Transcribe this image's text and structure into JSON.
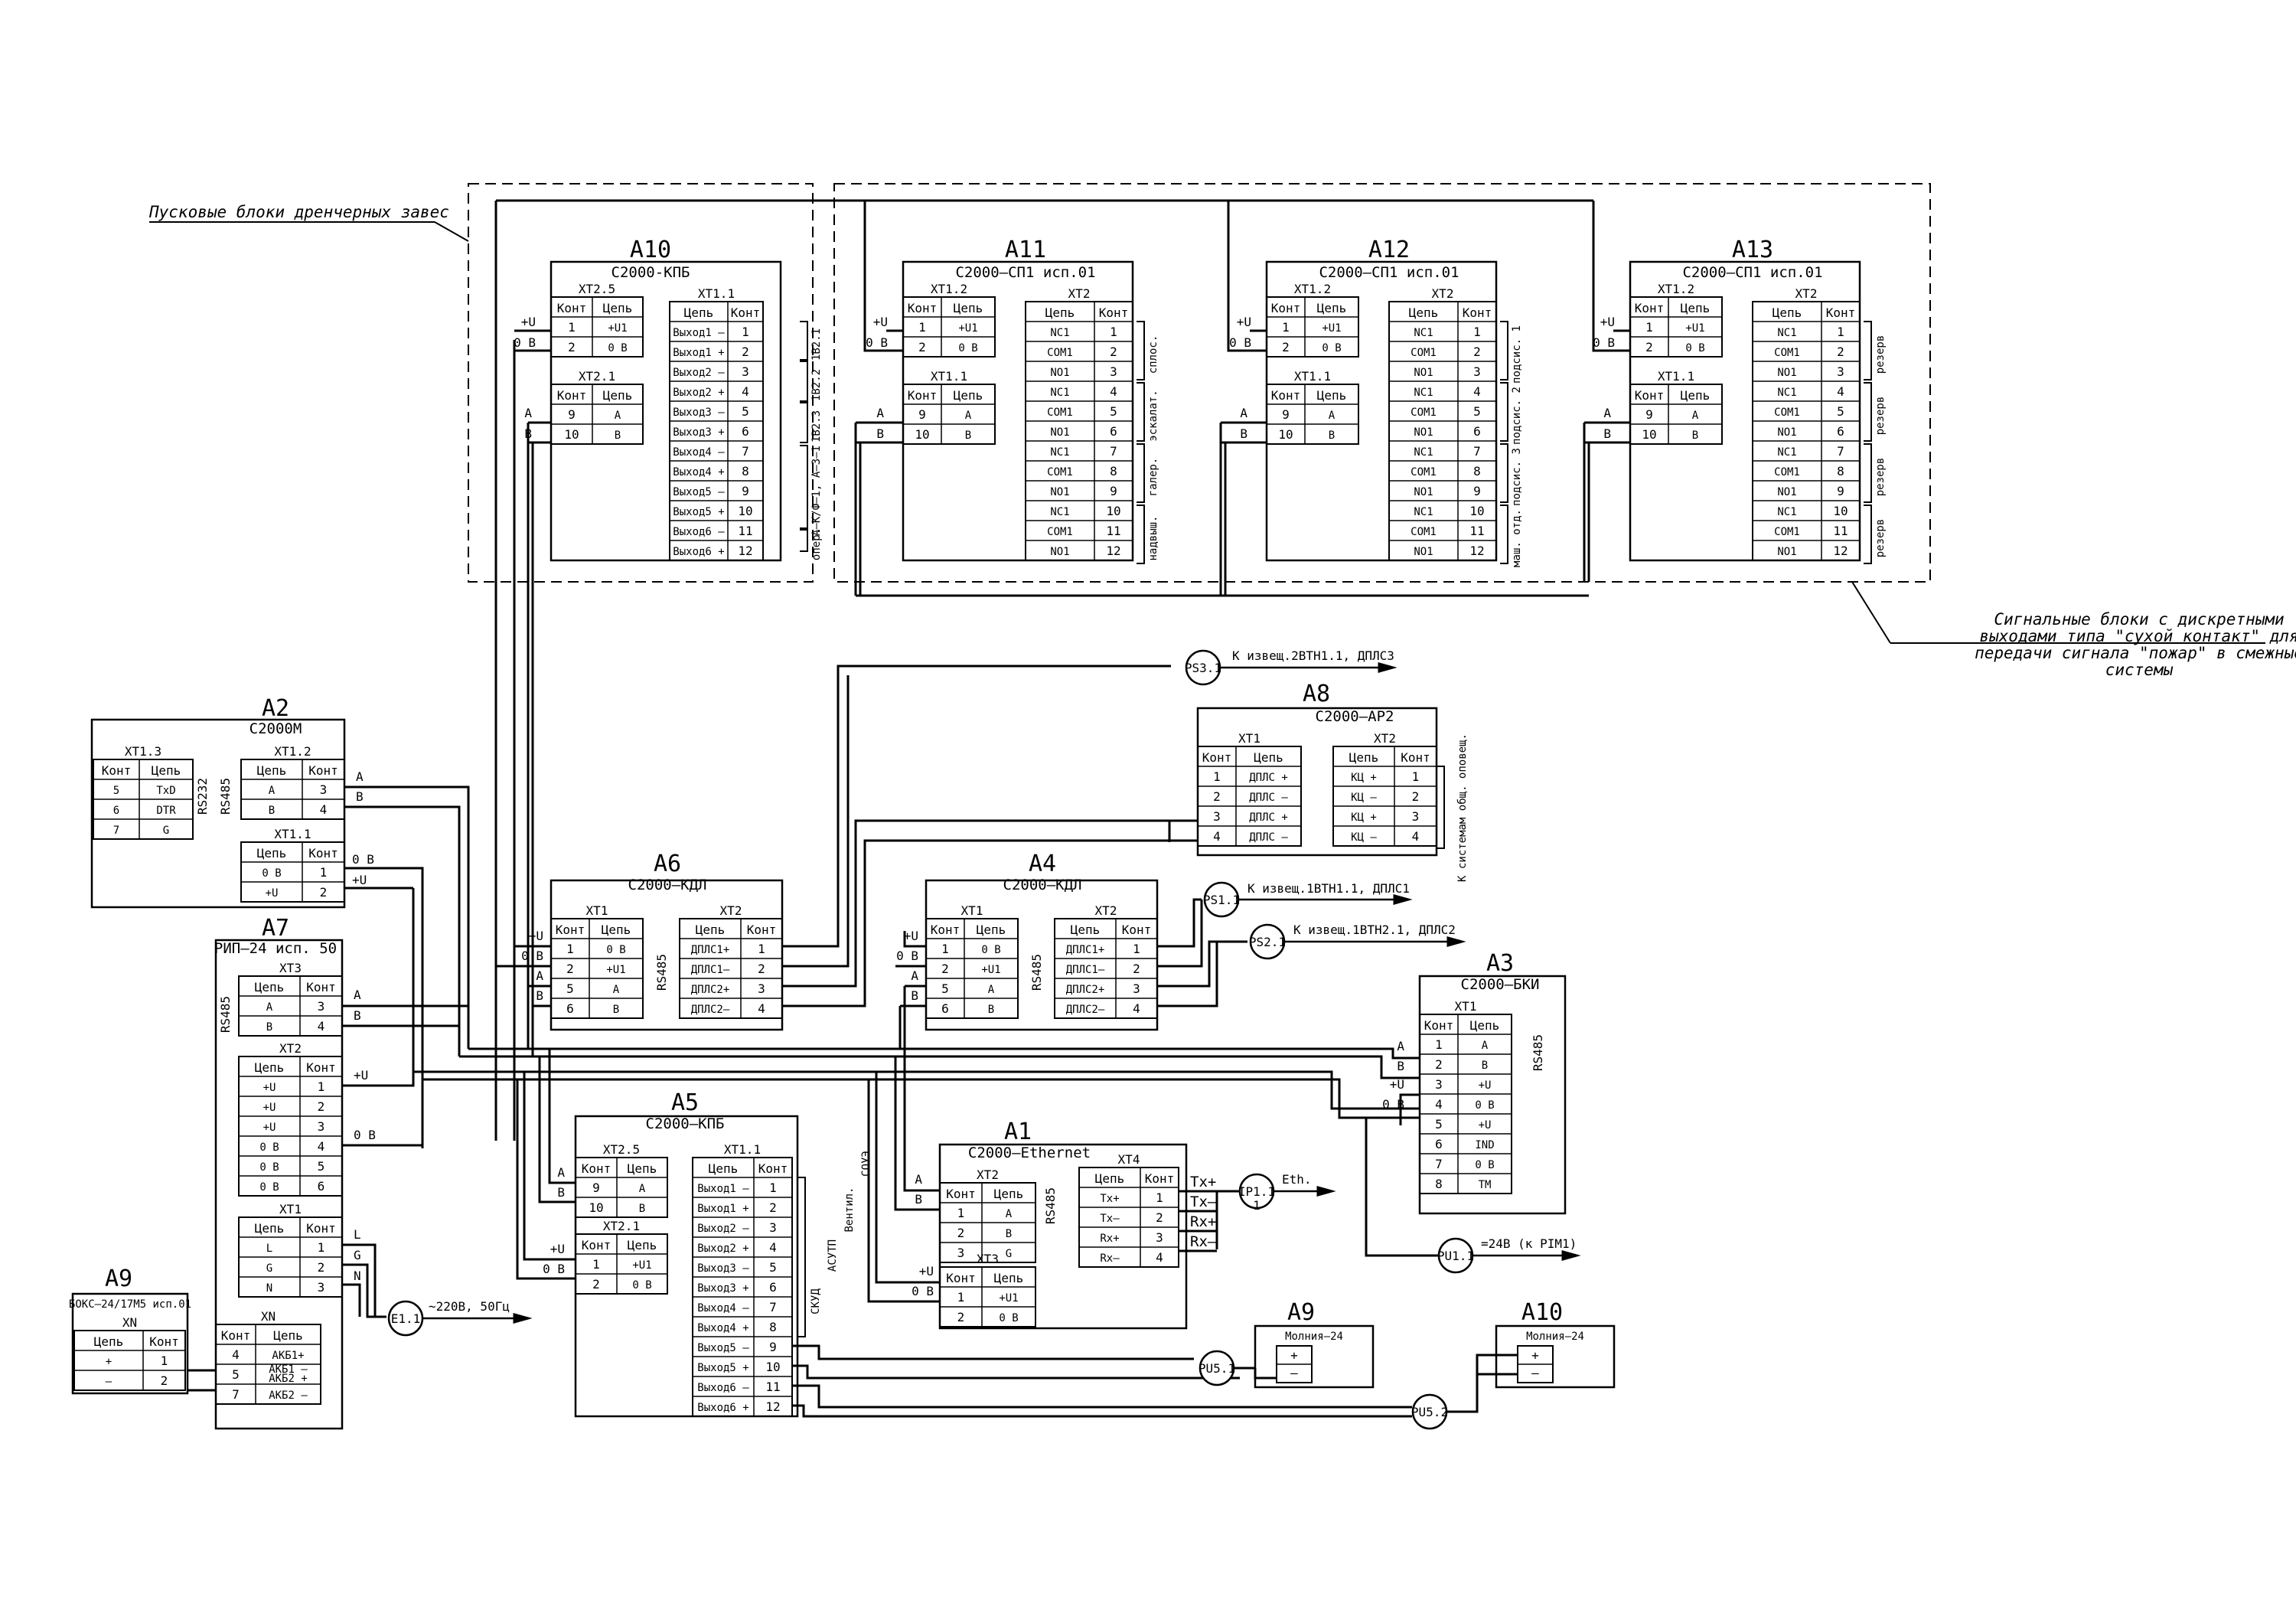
{
  "notes": {
    "drencher": "Пусковые блоки дренчерных завес",
    "signal_lines": [
      "Сигнальные блоки с дискретными",
      "выходами типа \"сухой контакт\" для",
      "передачи сигнала \"пожар\" в смежные",
      "системы"
    ]
  },
  "modules": {
    "A10": {
      "id": "А10",
      "name": "С2000-КПБ",
      "xt25": {
        "title": "ХТ2.5",
        "head": [
          "Конт",
          "Цепь"
        ],
        "rows": [
          [
            "1",
            "+U1"
          ],
          [
            "2",
            "0 В"
          ]
        ]
      },
      "xt21": {
        "title": "ХТ2.1",
        "head": [
          "Конт",
          "Цепь"
        ],
        "rows": [
          [
            "9",
            "А"
          ],
          [
            "10",
            "В"
          ]
        ]
      },
      "xt11": {
        "title": "ХТ1.1",
        "head": [
          "Цепь",
          "Конт"
        ],
        "rows": [
          [
            "Выход1 –",
            "1"
          ],
          [
            "Выход1 +",
            "2"
          ],
          [
            "Выход2 –",
            "3"
          ],
          [
            "Выход2 +",
            "4"
          ],
          [
            "Выход3 –",
            "5"
          ],
          [
            "Выход3 +",
            "6"
          ],
          [
            "Выход4 –",
            "7"
          ],
          [
            "Выход4 +",
            "8"
          ],
          [
            "Выход5 –",
            "9"
          ],
          [
            "Выход5 +",
            "10"
          ],
          [
            "Выход6 –",
            "11"
          ],
          [
            "Выход6 +",
            "12"
          ]
        ]
      },
      "side": [
        "1В2.1",
        "1В2.2",
        "1В2.3",
        "A–К/Ф–1, А–3–1",
        "опер."
      ],
      "wires": [
        "+U",
        "0 В",
        "А",
        "В"
      ]
    },
    "A11": {
      "id": "А11",
      "name": "С2000–СП1 исп.01",
      "xt12": {
        "title": "ХТ1.2",
        "head": [
          "Конт",
          "Цепь"
        ],
        "rows": [
          [
            "1",
            "+U1"
          ],
          [
            "2",
            "0 В"
          ]
        ]
      },
      "xt11": {
        "title": "ХТ1.1",
        "head": [
          "Конт",
          "Цепь"
        ],
        "rows": [
          [
            "9",
            "А"
          ],
          [
            "10",
            "В"
          ]
        ]
      },
      "xt2": {
        "title": "ХТ2",
        "head": [
          "Цепь",
          "Конт"
        ],
        "rows": [
          [
            "NC1",
            "1"
          ],
          [
            "COM1",
            "2"
          ],
          [
            "NO1",
            "3"
          ],
          [
            "NC1",
            "4"
          ],
          [
            "COM1",
            "5"
          ],
          [
            "NO1",
            "6"
          ],
          [
            "NC1",
            "7"
          ],
          [
            "COM1",
            "8"
          ],
          [
            "NO1",
            "9"
          ],
          [
            "NC1",
            "10"
          ],
          [
            "COM1",
            "11"
          ],
          [
            "NO1",
            "12"
          ]
        ]
      },
      "side": [
        "сплос.",
        "эскалат.",
        "галер.",
        "надвыш."
      ],
      "wires": [
        "+U",
        "0 В",
        "А",
        "В"
      ]
    },
    "A12": {
      "id": "А12",
      "name": "С2000–СП1 исп.01",
      "xt12": {
        "title": "ХТ1.2",
        "head": [
          "Конт",
          "Цепь"
        ],
        "rows": [
          [
            "1",
            "+U1"
          ],
          [
            "2",
            "0 В"
          ]
        ]
      },
      "xt11": {
        "title": "ХТ1.1",
        "head": [
          "Конт",
          "Цепь"
        ],
        "rows": [
          [
            "9",
            "А"
          ],
          [
            "10",
            "В"
          ]
        ]
      },
      "xt2": {
        "title": "ХТ2",
        "head": [
          "Цепь",
          "Конт"
        ],
        "rows": [
          [
            "NC1",
            "1"
          ],
          [
            "COM1",
            "2"
          ],
          [
            "NO1",
            "3"
          ],
          [
            "NC1",
            "4"
          ],
          [
            "COM1",
            "5"
          ],
          [
            "NO1",
            "6"
          ],
          [
            "NC1",
            "7"
          ],
          [
            "COM1",
            "8"
          ],
          [
            "NO1",
            "9"
          ],
          [
            "NC1",
            "10"
          ],
          [
            "COM1",
            "11"
          ],
          [
            "NO1",
            "12"
          ]
        ]
      },
      "side": [
        "подсис. 1",
        "подсис. 2",
        "подсис. 3",
        "маш. отд."
      ],
      "wires": [
        "+U",
        "0 В",
        "А",
        "В"
      ]
    },
    "A13": {
      "id": "А13",
      "name": "С2000–СП1 исп.01",
      "xt12": {
        "title": "ХТ1.2",
        "head": [
          "Конт",
          "Цепь"
        ],
        "rows": [
          [
            "1",
            "+U1"
          ],
          [
            "2",
            "0 В"
          ]
        ]
      },
      "xt11": {
        "title": "ХТ1.1",
        "head": [
          "Конт",
          "Цепь"
        ],
        "rows": [
          [
            "9",
            "А"
          ],
          [
            "10",
            "В"
          ]
        ]
      },
      "xt2": {
        "title": "ХТ2",
        "head": [
          "Цепь",
          "Конт"
        ],
        "rows": [
          [
            "NC1",
            "1"
          ],
          [
            "COM1",
            "2"
          ],
          [
            "NO1",
            "3"
          ],
          [
            "NC1",
            "4"
          ],
          [
            "COM1",
            "5"
          ],
          [
            "NO1",
            "6"
          ],
          [
            "NC1",
            "7"
          ],
          [
            "COM1",
            "8"
          ],
          [
            "NO1",
            "9"
          ],
          [
            "NC1",
            "10"
          ],
          [
            "COM1",
            "11"
          ],
          [
            "NO1",
            "12"
          ]
        ]
      },
      "side": [
        "резерв",
        "резерв",
        "резерв",
        "резерв"
      ],
      "wires": [
        "+U",
        "0 В",
        "А",
        "В"
      ]
    },
    "A2": {
      "id": "А2",
      "name": "С2000М",
      "xt13": {
        "title": "ХТ1.3",
        "head": [
          "Конт",
          "Цепь"
        ],
        "rows": [
          [
            "5",
            "TxD"
          ],
          [
            "6",
            "DTR"
          ],
          [
            "7",
            "G"
          ]
        ]
      },
      "xt12": {
        "title": "ХТ1.2",
        "head": [
          "Цепь",
          "Конт"
        ],
        "rows": [
          [
            "А",
            "3"
          ],
          [
            "В",
            "4"
          ]
        ]
      },
      "xt11": {
        "title": "ХТ1.1",
        "head": [
          "Цепь",
          "Конт"
        ],
        "rows": [
          [
            "0 В",
            "1"
          ],
          [
            "+U",
            "2"
          ]
        ]
      },
      "rs232": "RS232",
      "rs485": "RS485",
      "wires": [
        "А",
        "В",
        "0 В",
        "+U"
      ]
    },
    "A7": {
      "id": "А7",
      "name": "РИП–24 исп. 50",
      "xt3": {
        "title": "ХТ3",
        "head": [
          "Цепь",
          "Конт"
        ],
        "rows": [
          [
            "А",
            "3"
          ],
          [
            "В",
            "4"
          ]
        ]
      },
      "xt2": {
        "title": "ХТ2",
        "head": [
          "Цепь",
          "Конт"
        ],
        "rows": [
          [
            "+U",
            "1"
          ],
          [
            "+U",
            "2"
          ],
          [
            "+U",
            "3"
          ],
          [
            "0 В",
            "4"
          ],
          [
            "0 В",
            "5"
          ],
          [
            "0 В",
            "6"
          ]
        ]
      },
      "xt1": {
        "title": "ХТ1",
        "head": [
          "Цепь",
          "Конт"
        ],
        "rows": [
          [
            "L",
            "1"
          ],
          [
            "G",
            "2"
          ],
          [
            "N",
            "3"
          ]
        ]
      },
      "xn": {
        "title": "XN",
        "head": [
          "Конт",
          "Цепь"
        ],
        "rows": [
          [
            "4",
            "АКБ1+"
          ],
          [
            "5",
            "АКБ1 –\nАКБ2 +"
          ],
          [
            "7",
            "АКБ2 –"
          ]
        ]
      },
      "rs485": "RS485",
      "wires": [
        "А",
        "В",
        "+U",
        "0 В",
        "L",
        "G",
        "N"
      ]
    },
    "A9L": {
      "id": "А9",
      "name": "БОКС–24/17М5 исп.01",
      "xn": {
        "title": "XN",
        "head": [
          "Цепь",
          "Конт"
        ],
        "rows": [
          [
            "+",
            "1"
          ],
          [
            "–",
            "2"
          ]
        ]
      }
    },
    "A8": {
      "id": "А8",
      "name": "С2000–АР2",
      "xt1": {
        "title": "ХТ1",
        "head": [
          "Конт",
          "Цепь"
        ],
        "rows": [
          [
            "1",
            "ДПЛС +"
          ],
          [
            "2",
            "ДПЛС –"
          ],
          [
            "3",
            "ДПЛС +"
          ],
          [
            "4",
            "ДПЛС –"
          ]
        ]
      },
      "xt2": {
        "title": "ХТ2",
        "head": [
          "Цепь",
          "Конт"
        ],
        "rows": [
          [
            "КЦ +",
            "1"
          ],
          [
            "КЦ –",
            "2"
          ],
          [
            "КЦ +",
            "3"
          ],
          [
            "КЦ –",
            "4"
          ]
        ]
      },
      "side": "К системам общ. оповещ."
    },
    "A6": {
      "id": "А6",
      "name": "С2000–КДЛ",
      "xt1": {
        "title": "ХТ1",
        "head": [
          "Конт",
          "Цепь"
        ],
        "rows": [
          [
            "1",
            "0 В"
          ],
          [
            "2",
            "+U1"
          ],
          [
            "5",
            "А"
          ],
          [
            "6",
            "В"
          ]
        ]
      },
      "xt2": {
        "title": "ХТ2",
        "head": [
          "Цепь",
          "Конт"
        ],
        "rows": [
          [
            "ДПЛС1+",
            "1"
          ],
          [
            "ДПЛС1–",
            "2"
          ],
          [
            "ДПЛС2+",
            "3"
          ],
          [
            "ДПЛС2–",
            "4"
          ]
        ]
      },
      "rs485": "RS485",
      "wires": [
        "+U",
        "0 В",
        "А",
        "В"
      ]
    },
    "A4": {
      "id": "А4",
      "name": "С2000–КДЛ",
      "xt1": {
        "title": "ХТ1",
        "head": [
          "Конт",
          "Цепь"
        ],
        "rows": [
          [
            "1",
            "0 В"
          ],
          [
            "2",
            "+U1"
          ],
          [
            "5",
            "А"
          ],
          [
            "6",
            "В"
          ]
        ]
      },
      "xt2": {
        "title": "ХТ2",
        "head": [
          "Цепь",
          "Конт"
        ],
        "rows": [
          [
            "ДПЛС1+",
            "1"
          ],
          [
            "ДПЛС1–",
            "2"
          ],
          [
            "ДПЛС2+",
            "3"
          ],
          [
            "ДПЛС2–",
            "4"
          ]
        ]
      },
      "rs485": "RS485",
      "wires": [
        "+U",
        "0 В",
        "А",
        "В"
      ]
    },
    "A3": {
      "id": "А3",
      "name": "С2000–БКИ",
      "xt1": {
        "title": "ХТ1",
        "head": [
          "Конт",
          "Цепь"
        ],
        "rows": [
          [
            "1",
            "А"
          ],
          [
            "2",
            "В"
          ],
          [
            "3",
            "+U"
          ],
          [
            "4",
            "0 В"
          ],
          [
            "5",
            "+U"
          ],
          [
            "6",
            "IND"
          ],
          [
            "7",
            "0 В"
          ],
          [
            "8",
            "ТМ"
          ]
        ]
      },
      "rs485": "RS485",
      "wires": [
        "А",
        "В",
        "+U",
        "0 В"
      ]
    },
    "A5": {
      "id": "А5",
      "name": "С2000–КПБ",
      "xt25": {
        "title": "ХТ2.5",
        "head": [
          "Конт",
          "Цепь"
        ],
        "rows": [
          [
            "9",
            "А"
          ],
          [
            "10",
            "В"
          ]
        ]
      },
      "xt21": {
        "title": "ХТ2.1",
        "head": [
          "Конт",
          "Цепь"
        ],
        "rows": [
          [
            "1",
            "+U1"
          ],
          [
            "2",
            "0 В"
          ]
        ]
      },
      "xt11": {
        "title": "ХТ1.1",
        "head": [
          "Цепь",
          "Конт"
        ],
        "rows": [
          [
            "Выход1 –",
            "1"
          ],
          [
            "Выход1 +",
            "2"
          ],
          [
            "Выход2 –",
            "3"
          ],
          [
            "Выход2 +",
            "4"
          ],
          [
            "Выход3 –",
            "5"
          ],
          [
            "Выход3 +",
            "6"
          ],
          [
            "Выход4 –",
            "7"
          ],
          [
            "Выход4 +",
            "8"
          ],
          [
            "Выход5 –",
            "9"
          ],
          [
            "Выход5 +",
            "10"
          ],
          [
            "Выход6 –",
            "11"
          ],
          [
            "Выход6 +",
            "12"
          ]
        ]
      },
      "side": [
        "СКУД",
        "АСУТП",
        "Вентил.",
        "СОУЭ"
      ],
      "wires": [
        "А",
        "В",
        "+U",
        "0 В"
      ]
    },
    "A1": {
      "id": "А1",
      "name": "С2000–Ethernet",
      "xt2": {
        "title": "ХТ2",
        "head": [
          "Конт",
          "Цепь"
        ],
        "rows": [
          [
            "1",
            "А"
          ],
          [
            "2",
            "В"
          ],
          [
            "3",
            "G"
          ]
        ]
      },
      "xt3": {
        "title": "ХТ3",
        "head": [
          "Конт",
          "Цепь"
        ],
        "rows": [
          [
            "1",
            "+U1"
          ],
          [
            "2",
            "0 В"
          ]
        ]
      },
      "xt4": {
        "title": "ХТ4",
        "head": [
          "Цепь",
          "Конт"
        ],
        "rows": [
          [
            "Tx+",
            "1"
          ],
          [
            "Tx–",
            "2"
          ],
          [
            "Rx+",
            "3"
          ],
          [
            "Rx–",
            "4"
          ]
        ]
      },
      "rs485": "RS485",
      "wires": [
        "А",
        "В",
        "+U",
        "0 В"
      ],
      "eth_pins": [
        "Tx+",
        "Tx–",
        "Rx+",
        "Rx–"
      ]
    },
    "A9R": {
      "id": "А9",
      "name": "Молния–24",
      "rows": [
        "+",
        "–"
      ]
    },
    "A10R": {
      "id": "А10",
      "name": "Молния–24",
      "rows": [
        "+",
        "–"
      ]
    }
  },
  "connectors": {
    "PS3": {
      "tag": "PS3.1",
      "text": "К извещ.2ВТН1.1, ДПЛС3"
    },
    "PS1": {
      "tag": "PS1.1",
      "text": "К извещ.1ВТН1.1, ДПЛС1"
    },
    "PS2": {
      "tag": "PS2.1",
      "text": "К извещ.1ВТН2.1, ДПЛС2"
    },
    "IP1": {
      "tag": "IP1.1",
      "num": "1",
      "text": "Eth."
    },
    "PU1": {
      "tag": "PU1.1",
      "text": "=24В (к PIM1)"
    },
    "E1": {
      "tag": "E1.1",
      "text": "~220В, 50Гц"
    },
    "PU51": {
      "tag": "PU5.1"
    },
    "PU52": {
      "tag": "PU5.2"
    }
  }
}
